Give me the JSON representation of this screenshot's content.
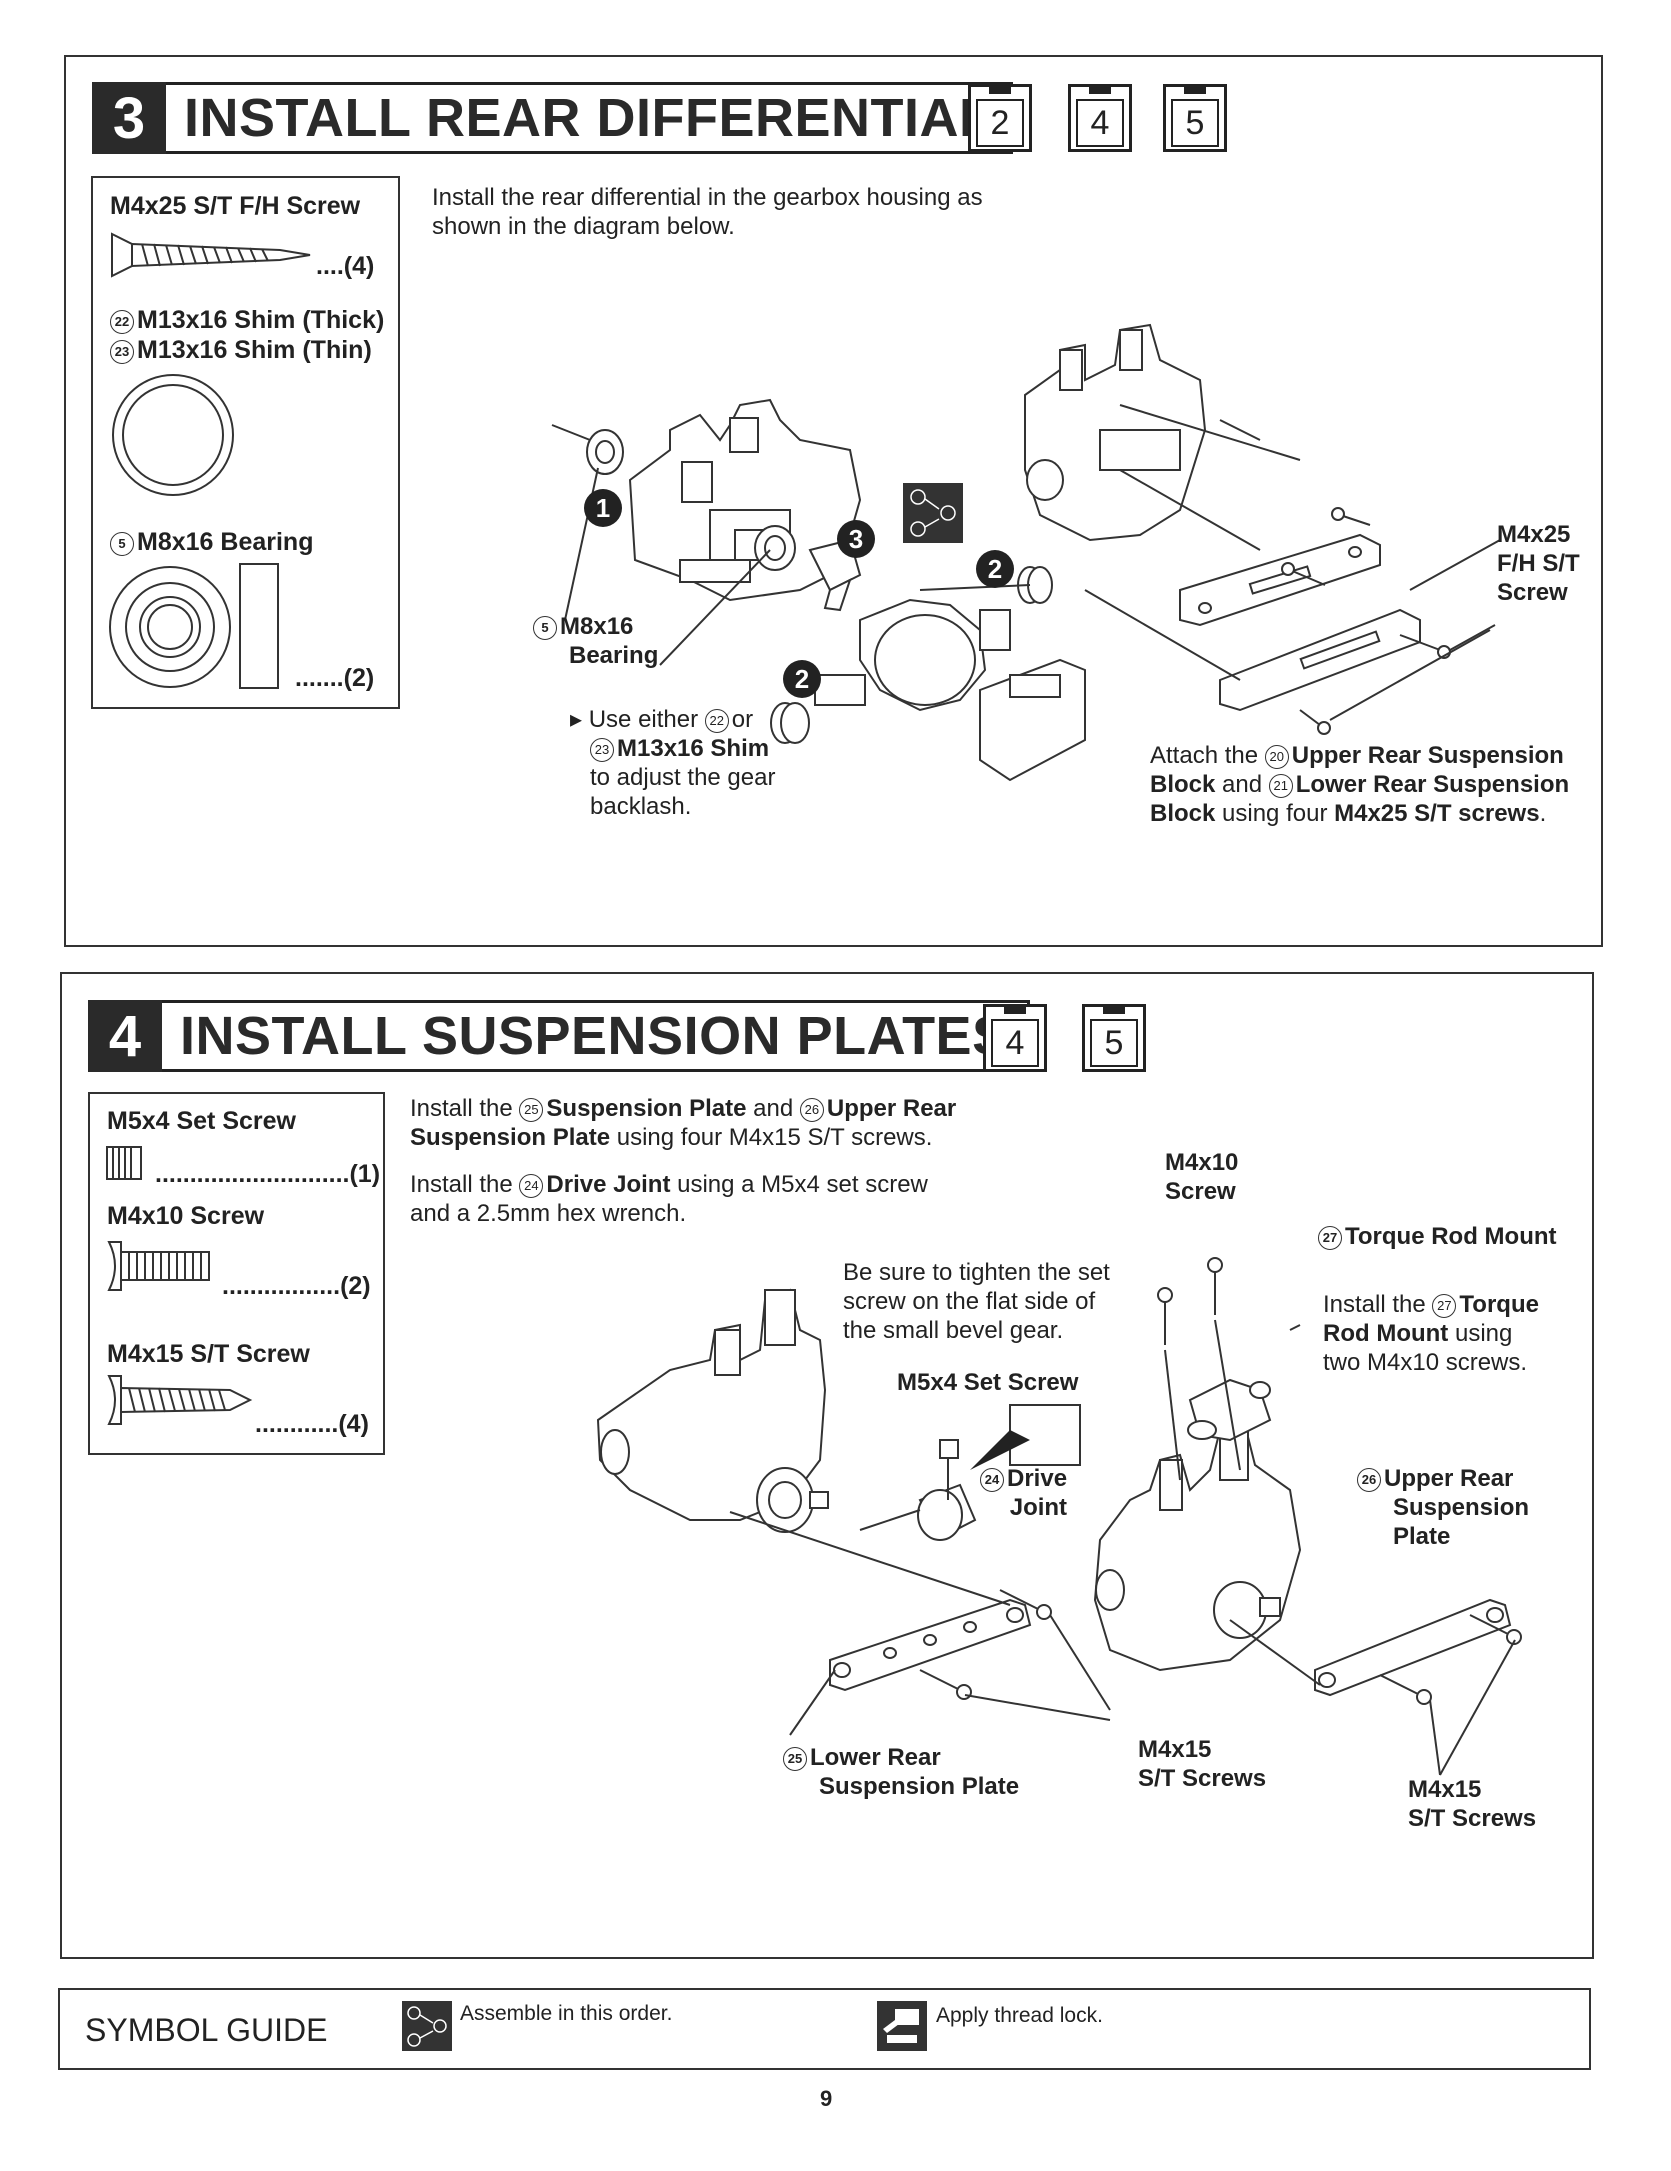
{
  "step3": {
    "number": "3",
    "title": "INSTALL REAR DIFFERENTIAL",
    "refs": [
      "2",
      "4",
      "5"
    ],
    "parts": {
      "screw_label": "M4x25 S/T F/H Screw",
      "screw_qty": "....(4)",
      "shim_thick_num": "22",
      "shim_thick_label": "M13x16 Shim (Thick)",
      "shim_thin_num": "23",
      "shim_thin_label": "M13x16 Shim (Thin)",
      "bearing_num": "5",
      "bearing_label": "M8x16 Bearing",
      "bearing_qty": ".......(2)"
    },
    "instruction": "Install the rear differential in the gearbox housing as shown in the diagram below.",
    "callouts": {
      "bearing_num": "5",
      "bearing_line1": "M8x16",
      "bearing_line2": "Bearing",
      "shim_prefix": "Use either",
      "shim_or": "or",
      "shim_num_a": "22",
      "shim_num_b": "23",
      "shim_name": "M13x16 Shim",
      "shim_line3": "to adjust the gear",
      "shim_line4": "backlash.",
      "screws_line1": "M4x25",
      "screws_line2": "F/H S/T",
      "screws_line3": "Screw",
      "attach_pre": "Attach the",
      "attach_num_a": "20",
      "attach_name_a": "Upper Rear Suspension",
      "attach_name_a2": "Block",
      "attach_and": "and",
      "attach_num_b": "21",
      "attach_name_b": "Lower Rear Suspension",
      "attach_name_b2": "Block",
      "attach_using": "using four",
      "attach_screws": "M4x25 S/T screws",
      "attach_end": "."
    },
    "order_badges": [
      "1",
      "2",
      "3",
      "2"
    ]
  },
  "step4": {
    "number": "4",
    "title": "INSTALL SUSPENSION PLATES",
    "refs": [
      "4",
      "5"
    ],
    "parts": {
      "set_screw_label": "M5x4 Set Screw",
      "set_screw_qty": "............................(1)",
      "m4x10_label": "M4x10 Screw",
      "m4x10_qty": ".................(2)",
      "m4x15_label": "M4x15 S/T Screw",
      "m4x15_qty": "............(4)"
    },
    "instruction1_pre": "Install the",
    "instruction1_num_a": "25",
    "instruction1_name_a": "Suspension Plate",
    "instruction1_and": "and",
    "instruction1_num_b": "26",
    "instruction1_name_b": "Upper Rear",
    "instruction1_name_b2": "Suspension Plate",
    "instruction1_end": "using four M4x15 S/T screws.",
    "instruction2_pre": "Install the",
    "instruction2_num": "24",
    "instruction2_name": "Drive Joint",
    "instruction2_end": "using a M5x4 set screw",
    "instruction2_line2": "and a 2.5mm hex wrench.",
    "callouts": {
      "tighten_1": "Be sure to tighten the set",
      "tighten_2": "screw on the flat side of",
      "tighten_3": "the small bevel gear.",
      "set_screw": "M5x4 Set Screw",
      "drive_num": "24",
      "drive_1": "Drive",
      "drive_2": "Joint",
      "m4x10_1": "M4x10",
      "m4x10_2": "Screw",
      "torque_num": "27",
      "torque": "Torque Rod Mount",
      "torque_inst_pre": "Install the",
      "torque_inst_num": "27",
      "torque_inst_name": "Torque",
      "torque_inst_name2": "Rod Mount",
      "torque_inst_using": "using",
      "torque_inst_end": "two M4x10 screws.",
      "upper_num": "26",
      "upper_1": "Upper Rear",
      "upper_2": "Suspension",
      "upper_3": "Plate",
      "lower_num": "25",
      "lower_1": "Lower Rear",
      "lower_2": "Suspension Plate",
      "st_a1": "M4x15",
      "st_a2": "S/T Screws",
      "st_b1": "M4x15",
      "st_b2": "S/T Screws"
    }
  },
  "symbol_guide": {
    "title": "SYMBOL GUIDE",
    "order_text": "Assemble in this order.",
    "threadlock_text": "Apply thread lock."
  },
  "page_number": "9"
}
